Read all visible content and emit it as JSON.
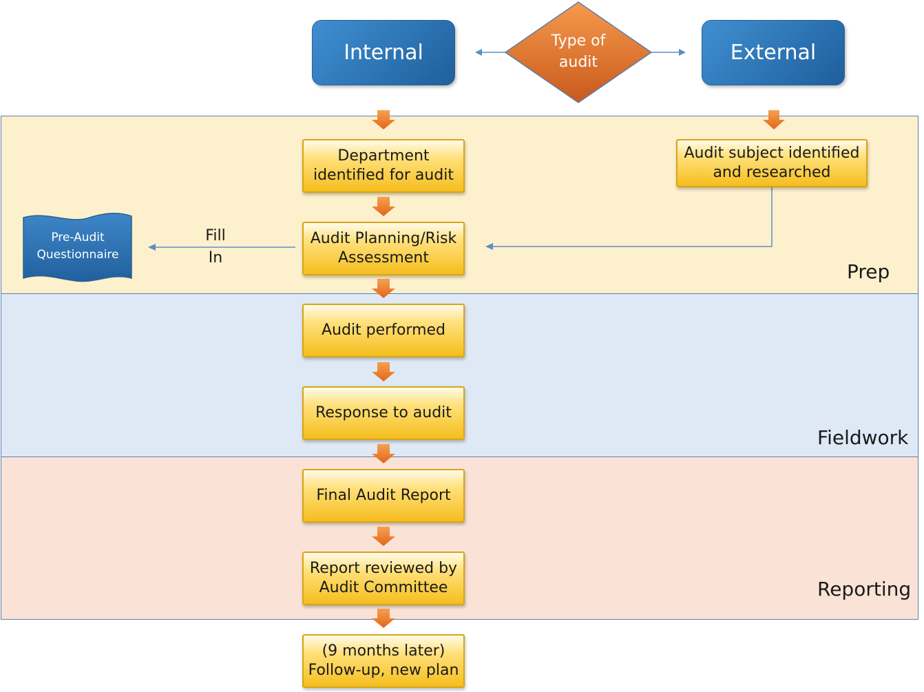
{
  "decision": {
    "label_line1": "Type of",
    "label_line2": "audit"
  },
  "branches": {
    "internal": "Internal",
    "external": "External"
  },
  "lanes": {
    "prep": "Prep",
    "fieldwork": "Fieldwork",
    "reporting": "Reporting"
  },
  "steps": {
    "department_identified": [
      "Department",
      "identified for audit"
    ],
    "audit_subject": [
      "Audit subject identified",
      "and researched"
    ],
    "audit_planning": [
      "Audit Planning/Risk",
      "Assessment"
    ],
    "audit_performed": [
      "Audit performed"
    ],
    "response": [
      "Response to audit"
    ],
    "final_report": [
      "Final Audit Report"
    ],
    "report_reviewed": [
      "Report reviewed by",
      "Audit Committee"
    ],
    "follow_up": [
      "(9 months later)",
      "Follow-up, new plan"
    ]
  },
  "document": {
    "line1": "Pre-Audit",
    "line2": "Questionnaire"
  },
  "edge_label": {
    "line1": "Fill",
    "line2": "In"
  },
  "colors": {
    "prep_lane": "#fdf0cc",
    "fieldwork_lane": "#dfe9f5",
    "reporting_lane": "#fae3d6",
    "blue_box": "#2f78bd",
    "diamond": "#e8803a",
    "step_fill": "#f5be1e",
    "arrow": "#ee7c2a",
    "connector": "#5b8fc6"
  }
}
